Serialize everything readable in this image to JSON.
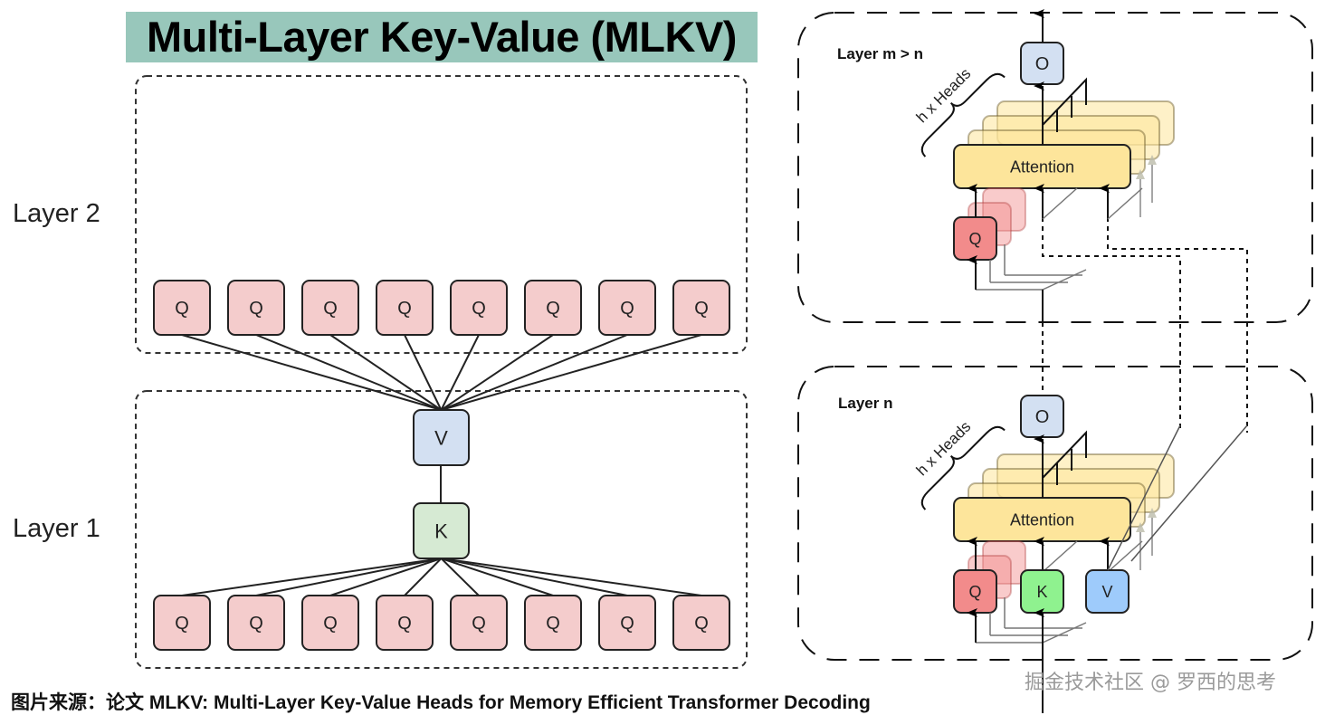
{
  "left_panel": {
    "title": "Multi-Layer Key-Value (MLKV)",
    "title_color": "#98c7bb",
    "layers": [
      {
        "label": "Layer 2",
        "queries": [
          "Q",
          "Q",
          "Q",
          "Q",
          "Q",
          "Q",
          "Q",
          "Q"
        ]
      },
      {
        "label": "Layer 1",
        "queries": [
          "Q",
          "Q",
          "Q",
          "Q",
          "Q",
          "Q",
          "Q",
          "Q"
        ]
      }
    ],
    "shared_value": "V",
    "shared_key": "K",
    "colors": {
      "query": "#f4cccc",
      "value": "#d3e0f2",
      "key": "#d6ead3"
    }
  },
  "right_panel": {
    "upper_layer": {
      "label": "Layer m > n",
      "heads_label": "h x Heads",
      "attention_label": "Attention",
      "output_label": "O",
      "query_label": "Q"
    },
    "lower_layer": {
      "label": "Layer n",
      "heads_label": "h x Heads",
      "attention_label": "Attention",
      "output_label": "O",
      "query_label": "Q",
      "key_label": "K",
      "value_label": "V"
    },
    "colors": {
      "attention": "#fde59b",
      "output": "#d3e0f2",
      "query": "#f28b8b",
      "key": "#8ff28f",
      "value": "#9ecbfb"
    }
  },
  "caption": "图片来源：论文 MLKV: Multi-Layer Key-Value Heads for Memory Efficient Transformer Decoding",
  "watermark": "掘金技术社区 @ 罗西的思考"
}
